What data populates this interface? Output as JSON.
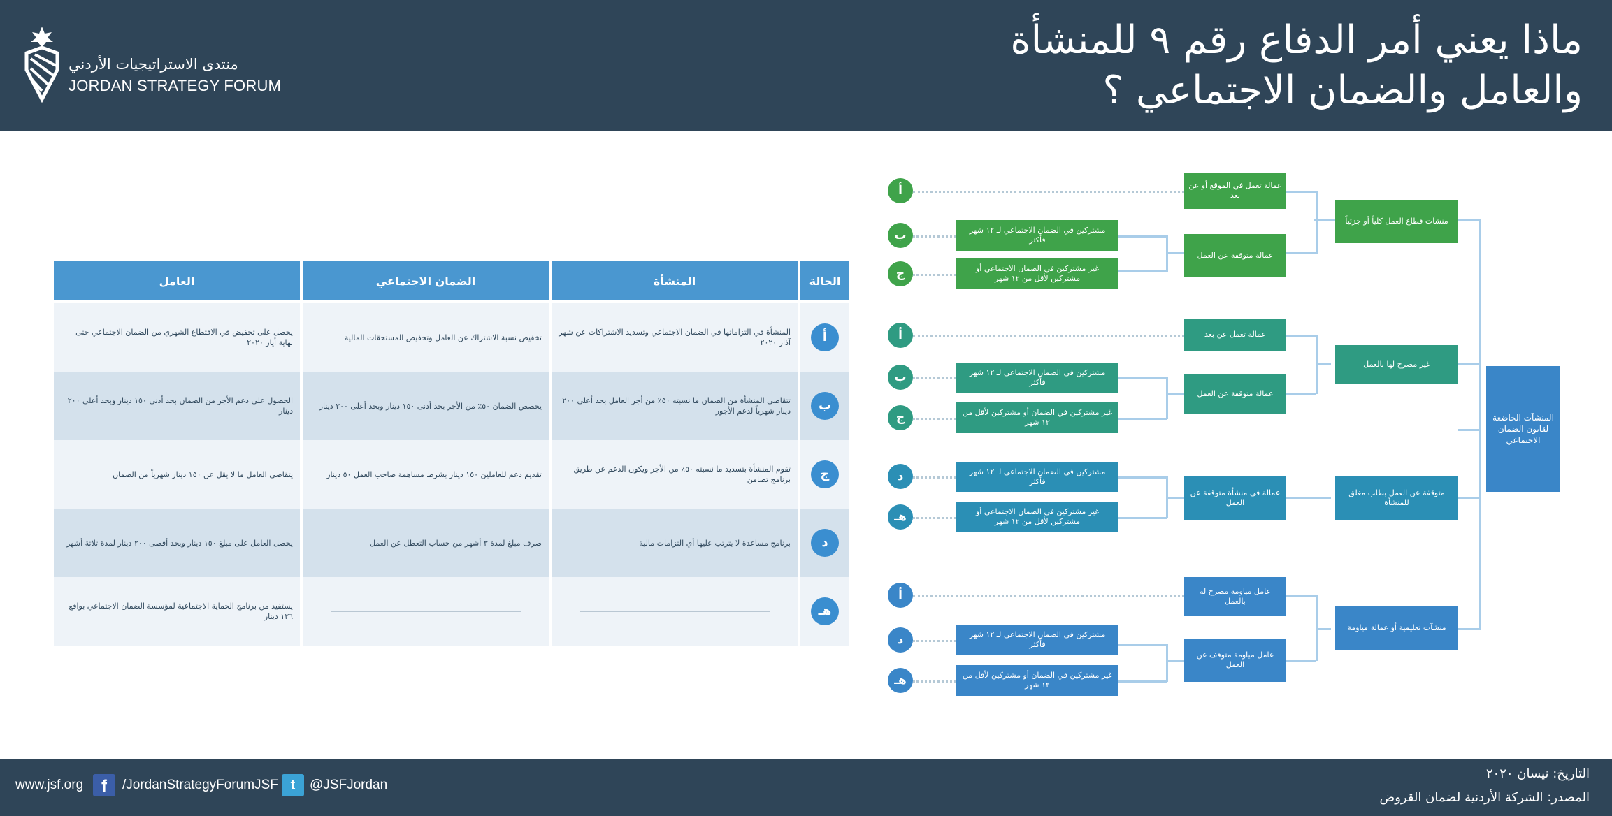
{
  "header": {
    "title_line1": "ماذا يعني أمر الدفاع رقم ٩ للمنشأة",
    "title_line2": "والعامل والضمان الاجتماعي ؟",
    "logo_ar": "منتدى الاستراتيجيات الأردني",
    "logo_en": "JORDAN STRATEGY FORUM",
    "colors": {
      "header_bg": "#2f4558",
      "table_header": "#4a97d0"
    }
  },
  "table": {
    "headers": [
      "الحالة",
      "المنشأة",
      "الضمان الاجتماعي",
      "العامل"
    ],
    "rows": [
      {
        "status": "أ",
        "establishment": "المنشأة في التزاماتها في الضمان الاجتماعي وتسديد الاشتراكات عن شهر آذار ٢٠٢٠",
        "social_security": "تخفيض نسبة الاشتراك عن العامل وتخفيض المستحقات المالية",
        "worker": "يحصل على تخفيض في الاقتطاع الشهري من الضمان الاجتماعي حتى نهاية أيار ٢٠٢٠"
      },
      {
        "status": "ب",
        "establishment": "تتقاضى المنشأة من الضمان ما نسبته ٥٠٪ من أجر العامل بحد أعلى ٢٠٠ دينار شهرياً لدعم الأجور",
        "social_security": "يخصص الضمان ٥٠٪ من الأجر بحد أدنى ١٥٠ دينار وبحد أعلى ٢٠٠ دينار",
        "worker": "الحصول على دعم الأجر من الضمان بحد أدنى ١٥٠ دينار وبحد أعلى ٢٠٠ دينار"
      },
      {
        "status": "ج",
        "establishment": "تقوم المنشأة بتسديد ما نسبته ٥٠٪ من الأجر ويكون الدعم عن طريق برنامج تضامن",
        "social_security": "تقديم دعم للعاملين ١٥٠ دينار بشرط مساهمة صاحب العمل ٥٠ دينار",
        "worker": "يتقاضى العامل ما لا يقل عن ١٥٠ دينار شهرياً من الضمان"
      },
      {
        "status": "د",
        "establishment": "برنامج مساعدة لا يترتب عليها أي التزامات مالية",
        "social_security": "صرف مبلغ لمدة ٣ أشهر من حساب التعطل عن العمل",
        "worker": "يحصل العامل على مبلغ ١٥٠ دينار وبحد أقصى ٢٠٠ دينار لمدة ثلاثة أشهر"
      },
      {
        "status": "هـ",
        "establishment": "",
        "social_security": "",
        "worker": "يستفيد من برنامج الحماية الاجتماعية لمؤسسة الضمان الاجتماعي بواقع ١٣٦ دينار"
      }
    ]
  },
  "diagram": {
    "main_box": "المنشآت الخاضعة لقانون الضمان الاجتماعي",
    "groups": [
      {
        "label": "منشآت قطاع العمل كلياً أو جزئياً",
        "branches": [
          {
            "label": "عمالة تعمل في الموقع أو عن بعد",
            "leaf": null,
            "status": "أ"
          },
          {
            "label": "عمالة متوقفة عن العمل",
            "leaf": null,
            "status": null,
            "subs": [
              {
                "label": "مشتركين في الضمان الاجتماعي لـ ١٢ شهر فأكثر",
                "status": "ب"
              },
              {
                "label": "غير مشتركين في الضمان الاجتماعي أو مشتركين لأقل من ١٢ شهر",
                "status": "ج"
              }
            ]
          }
        ]
      },
      {
        "label": "غير مصرح لها بالعمل",
        "branches": [
          {
            "label": "عمالة تعمل عن بعد",
            "status": "أ"
          },
          {
            "label": "عمالة متوقفة عن العمل",
            "status": null,
            "subs": [
              {
                "label": "مشتركين في الضمان الاجتماعي لـ ١٢ شهر فأكثر",
                "status": "ب"
              },
              {
                "label": "غير مشتركين في الضمان أو مشتركين لأقل من ١٢ شهر",
                "status": "ج"
              }
            ]
          }
        ]
      },
      {
        "label": "متوقفة عن العمل بطلب مغلق للمنشأة",
        "branches": [
          {
            "label": "عمالة في منشأة متوقفة عن العمل",
            "status": null,
            "subs": [
              {
                "label": "مشتركين في الضمان الاجتماعي لـ ١٢ شهر فأكثر",
                "status": "د"
              },
              {
                "label": "غير مشتركين في الضمان الاجتماعي أو مشتركين لأقل من ١٢ شهر",
                "status": "هـ"
              }
            ]
          }
        ]
      },
      {
        "label": "منشآت تعليمية أو عمالة مياومة",
        "branches": [
          {
            "label": "عامل مياومة مصرح له بالعمل",
            "status": "أ"
          },
          {
            "label": "عامل مياومة متوقف عن العمل",
            "status": null,
            "subs": [
              {
                "label": "مشتركين في الضمان الاجتماعي لـ ١٢ شهر فأكثر",
                "status": "د"
              },
              {
                "label": "غير مشتركين في الضمان أو مشتركين لأقل من ١٢ شهر",
                "status": "هـ"
              }
            ]
          }
        ]
      }
    ]
  },
  "footer": {
    "website": "www.jsf.org",
    "facebook": "/JordanStrategyForumJSF",
    "twitter": "@JSFJordan",
    "facebook_icon_glyph": "f",
    "twitter_icon_glyph": "t",
    "date": "التاريخ: نيسان ٢٠٢٠",
    "source": "المصدر: الشركة الأردنية لضمان القروض"
  }
}
